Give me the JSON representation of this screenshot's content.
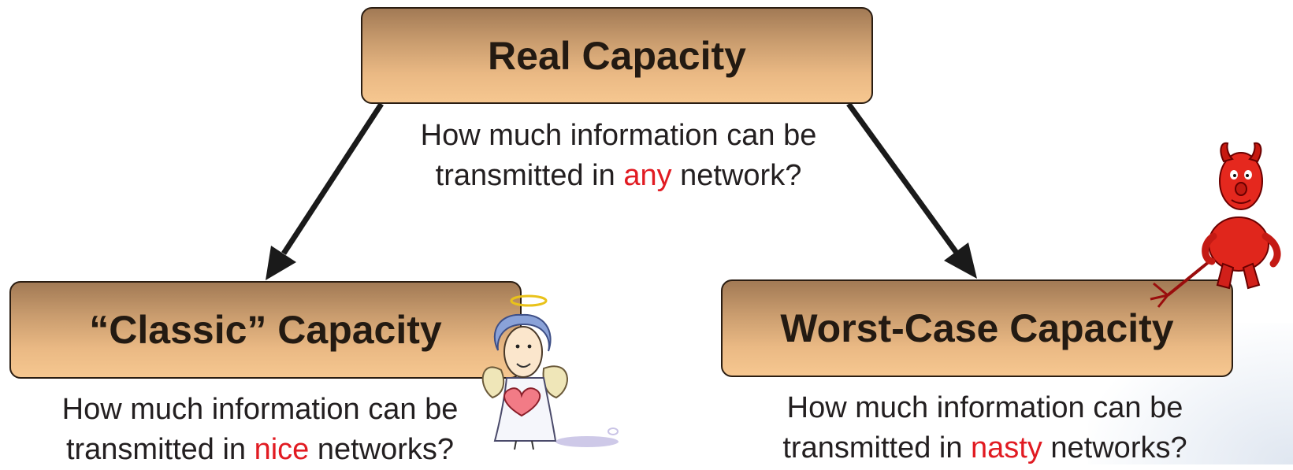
{
  "nodes": {
    "top": {
      "title": "Real Capacity",
      "caption_line1": "How much information can be",
      "caption_line2_pre": "transmitted in ",
      "caption_line2_highlight": "any",
      "caption_line2_post": " network?"
    },
    "left": {
      "title": "“Classic” Capacity",
      "caption_line1": "How much information can be",
      "caption_line2_pre": "transmitted in ",
      "caption_line2_highlight": "nice",
      "caption_line2_post": " networks?"
    },
    "right": {
      "title": "Worst-Case Capacity",
      "caption_line1": "How much information can be",
      "caption_line2_pre": "transmitted in ",
      "caption_line2_highlight": "nasty",
      "caption_line2_post": " networks?"
    }
  },
  "colors": {
    "highlight": "#e11b22",
    "box_gradient_top": "#a27a55",
    "box_gradient_bottom": "#f6c790",
    "arrow": "#1a1a1a"
  },
  "icons": {
    "left_mascot": "angel-icon",
    "right_mascot": "devil-icon"
  }
}
